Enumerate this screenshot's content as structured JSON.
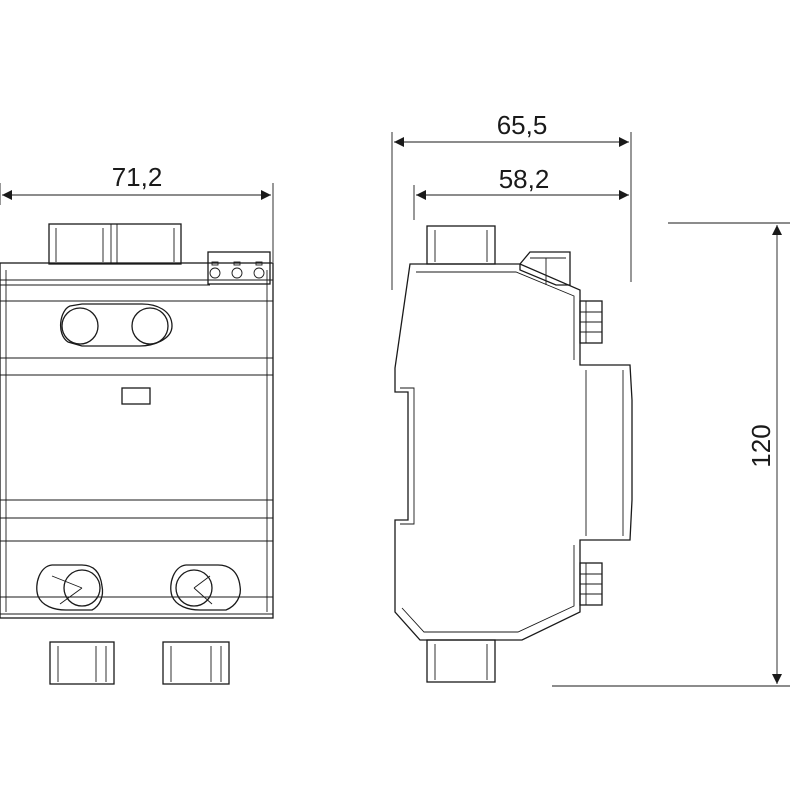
{
  "dimensions": {
    "front_width": "71,2",
    "side_depth_total": "65,5",
    "side_depth_body": "58,2",
    "height": "120"
  }
}
